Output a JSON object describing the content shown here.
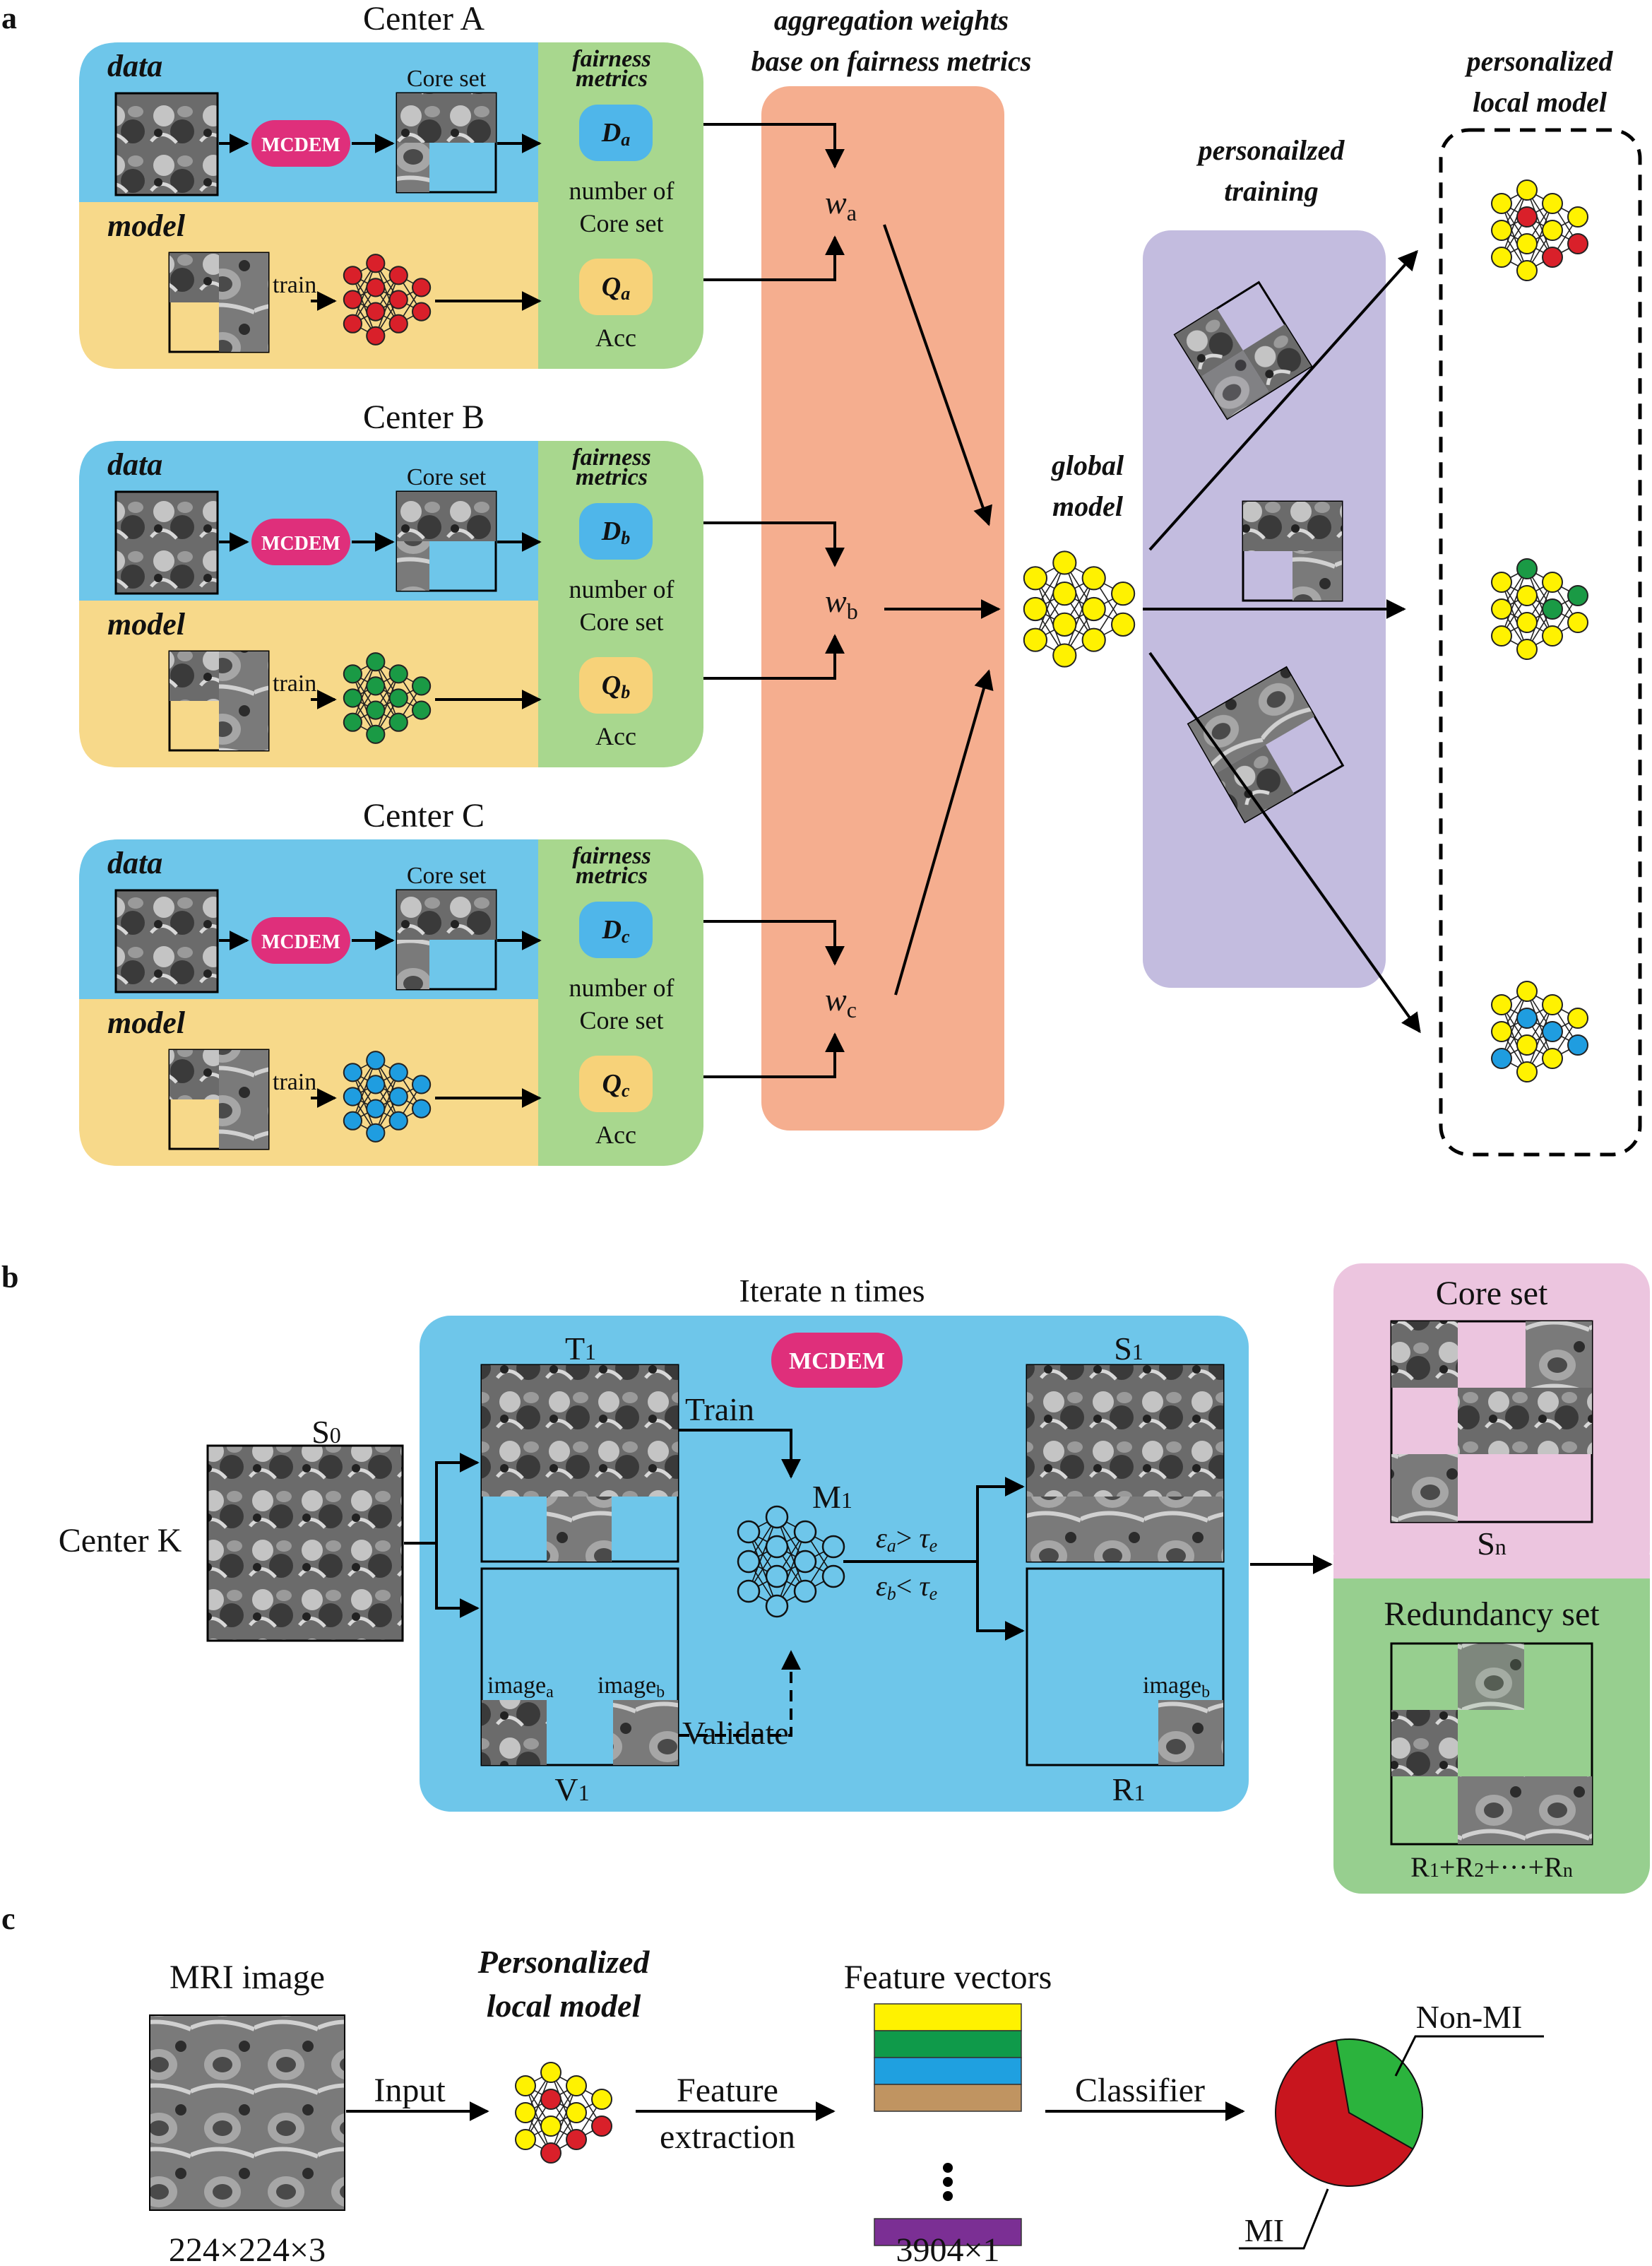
{
  "panels": {
    "a": {
      "label": "a",
      "aggregation_title_l1": "aggregation weights",
      "aggregation_title_l2": "base on fairness metrics",
      "centers": [
        {
          "name": "Center A",
          "d_main": "D",
          "d_sub": "a",
          "q_main": "Q",
          "q_sub": "a",
          "w_main": "w",
          "w_sub": "a",
          "node_color": "#d9202a"
        },
        {
          "name": "Center B",
          "d_main": "D",
          "d_sub": "b",
          "q_main": "Q",
          "q_sub": "b",
          "w_main": "w",
          "w_sub": "b",
          "node_color": "#1a9a45"
        },
        {
          "name": "Center C",
          "d_main": "D",
          "d_sub": "c",
          "q_main": "Q",
          "q_sub": "c",
          "w_main": "w",
          "w_sub": "c",
          "node_color": "#1f9de0"
        }
      ],
      "data_label": "data",
      "model_label": "model",
      "mcdem_label": "MCDEM",
      "core_set_label": "Core set",
      "train_label": "train",
      "fairness_l1": "fairness",
      "fairness_l2": "metrics",
      "number_of_l1": "number of",
      "number_of_l2": "Core set",
      "acc_label": "Acc",
      "global_model_l1": "global",
      "global_model_l2": "model",
      "personalized_training_l1": "personailzed",
      "personalized_training_l2": "training",
      "personalized_local_l1": "personalized",
      "personalized_local_l2": "local model"
    },
    "b": {
      "label": "b",
      "iterate_title": "Iterate n times",
      "center_k": "Center K",
      "s0_main": "S",
      "s0_sub": "0",
      "t1_main": "T",
      "t1_sub": "1",
      "v1_main": "V",
      "v1_sub": "1",
      "s1_main": "S",
      "s1_sub": "1",
      "r1_main": "R",
      "r1_sub": "1",
      "m1_main": "M",
      "m1_sub": "1",
      "mcdem_label": "MCDEM",
      "train_label": "Train",
      "validate_label": "Validate",
      "image_a_main": "image",
      "image_a_sub": "a",
      "image_b_main": "image",
      "image_b_sub": "b",
      "cond1_eps": "ε",
      "cond1_sub": "a",
      "cond1_op": "> ",
      "cond1_tau": "τ",
      "cond1_tau_sub": "e",
      "cond2_eps": "ε",
      "cond2_sub": "b",
      "cond2_op": "< ",
      "cond2_tau": "τ",
      "cond2_tau_sub": "e",
      "core_set_title": "Core set",
      "sn_main": "S",
      "sn_sub": "n",
      "redundancy_title": "Redundancy set",
      "r_sum_r": "R",
      "r_sum_1": "1",
      "r_sum_plus1": "+R",
      "r_sum_2": "2",
      "r_sum_mid": "+···+R",
      "r_sum_n": "n"
    },
    "c": {
      "label": "c",
      "mri_title": "MRI image",
      "mri_dims": "224×224×3",
      "input_label": "Input",
      "model_l1": "Personalized",
      "model_l2": "local model",
      "feature_l1": "Feature",
      "feature_l2": "extraction",
      "feature_vectors_title": "Feature vectors",
      "feature_dims": "3904×1",
      "classifier_label": "Classifier",
      "non_mi_label": "Non-MI",
      "mi_label": "MI",
      "pie_fractions": {
        "mi": 0.64,
        "non_mi": 0.36
      },
      "feature_colors": [
        "#fff200",
        "#0f9a4a",
        "#1fa0e0",
        "#c09461",
        "#7b2f94"
      ]
    }
  },
  "colors": {
    "data_blue": "#6ec6ea",
    "model_yellow": "#f7d98a",
    "fairness_green": "#a8d78e",
    "agg_orange": "#f5ae8f",
    "personal_purple": "#c3bcdf",
    "mcdem_pink": "#df2f7b",
    "d_pill_blue": "#4fb6ea",
    "q_pill_yellow": "#f7d279",
    "core_pink": "#ecc5df",
    "redundancy_green": "#97cf8f",
    "mcdem_panel_blue": "#6ec6ea",
    "node_yellow": "#fff200",
    "pie_mi": "#c8151e",
    "pie_non_mi": "#2bb33d"
  }
}
